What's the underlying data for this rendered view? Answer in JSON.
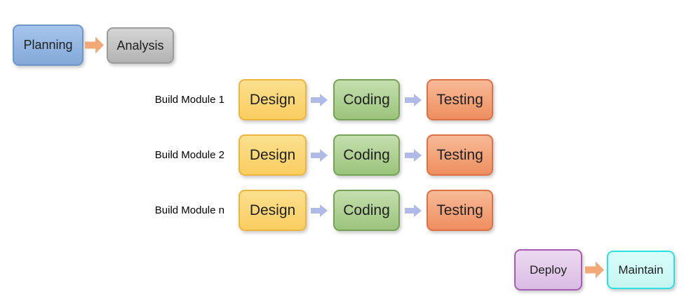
{
  "top_flow": {
    "planning_label": "Planning",
    "analysis_label": "Analysis"
  },
  "modules": [
    {
      "label": "Build Module 1",
      "steps": [
        {
          "label": "Design"
        },
        {
          "label": "Coding"
        },
        {
          "label": "Testing"
        }
      ]
    },
    {
      "label": "Build Module 2",
      "steps": [
        {
          "label": "Design"
        },
        {
          "label": "Coding"
        },
        {
          "label": "Testing"
        }
      ]
    },
    {
      "label": "Build Module n",
      "steps": [
        {
          "label": "Design"
        },
        {
          "label": "Coding"
        },
        {
          "label": "Testing"
        }
      ]
    }
  ],
  "bottom_flow": {
    "deploy_label": "Deploy",
    "maintain_label": "Maintain"
  },
  "colors": {
    "planning_fill_top": "#A6C5EB",
    "planning_fill_bottom": "#82A9D9",
    "planning_border": "#6E96C8",
    "analysis_fill_top": "#D4D4D4",
    "analysis_fill_bottom": "#B3B3B3",
    "analysis_border": "#9C9C9C",
    "design_fill_top": "#FBE08E",
    "design_fill_bottom": "#F9CD60",
    "design_border": "#EDB53F",
    "coding_fill_top": "#C5DEAE",
    "coding_fill_bottom": "#9AC47B",
    "coding_border": "#74A355",
    "testing_fill_top": "#F7BA97",
    "testing_fill_bottom": "#EE8E60",
    "testing_border": "#DE7144",
    "deploy_fill_top": "#ECD9F0",
    "deploy_fill_bottom": "#D9BCE2",
    "deploy_border": "#A85BB6",
    "maintain_fill_top": "#D9FEFA",
    "maintain_fill_bottom": "#C6F6F0",
    "maintain_border": "#2BE0DE",
    "arrow_orange": "#F2A877",
    "arrow_blue": "#AFBAE6",
    "text_color": "#1F1F1F"
  }
}
